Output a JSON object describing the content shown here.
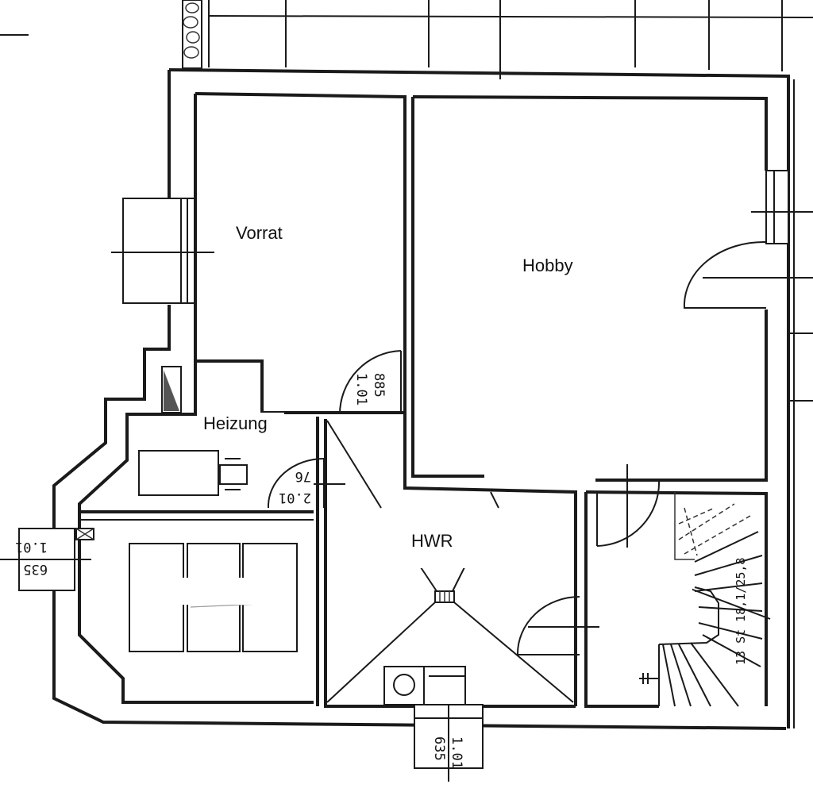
{
  "rooms": {
    "vorrat": "Vorrat",
    "hobby": "Hobby",
    "heizung": "Heizung",
    "hwr": "HWR"
  },
  "dimensions": {
    "vorrat_door_top": "1.01",
    "vorrat_door_bottom": "885",
    "heizung_door_top": "76",
    "heizung_door_bottom": "2.01",
    "left_window_top": "1.01",
    "left_window_bottom": "635",
    "bottom_window_left": "635",
    "bottom_window_right": "1.01",
    "stair": "13 St 18,1/25,8"
  }
}
